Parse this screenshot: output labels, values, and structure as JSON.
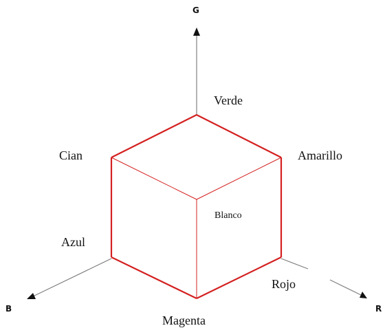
{
  "axes": {
    "g": {
      "label": "G"
    },
    "b": {
      "label": "B"
    },
    "r": {
      "label": "R"
    }
  },
  "vertices": {
    "verde": "Verde",
    "cian": "Cian",
    "amarillo": "Amarillo",
    "blanco": "Blanco",
    "azul": "Azul",
    "rojo": "Rojo",
    "magenta": "Magenta"
  },
  "colors": {
    "cube_edge": "#d42020",
    "axis_line": "#808080",
    "arrow_head": "#111111",
    "text": "#111111"
  }
}
